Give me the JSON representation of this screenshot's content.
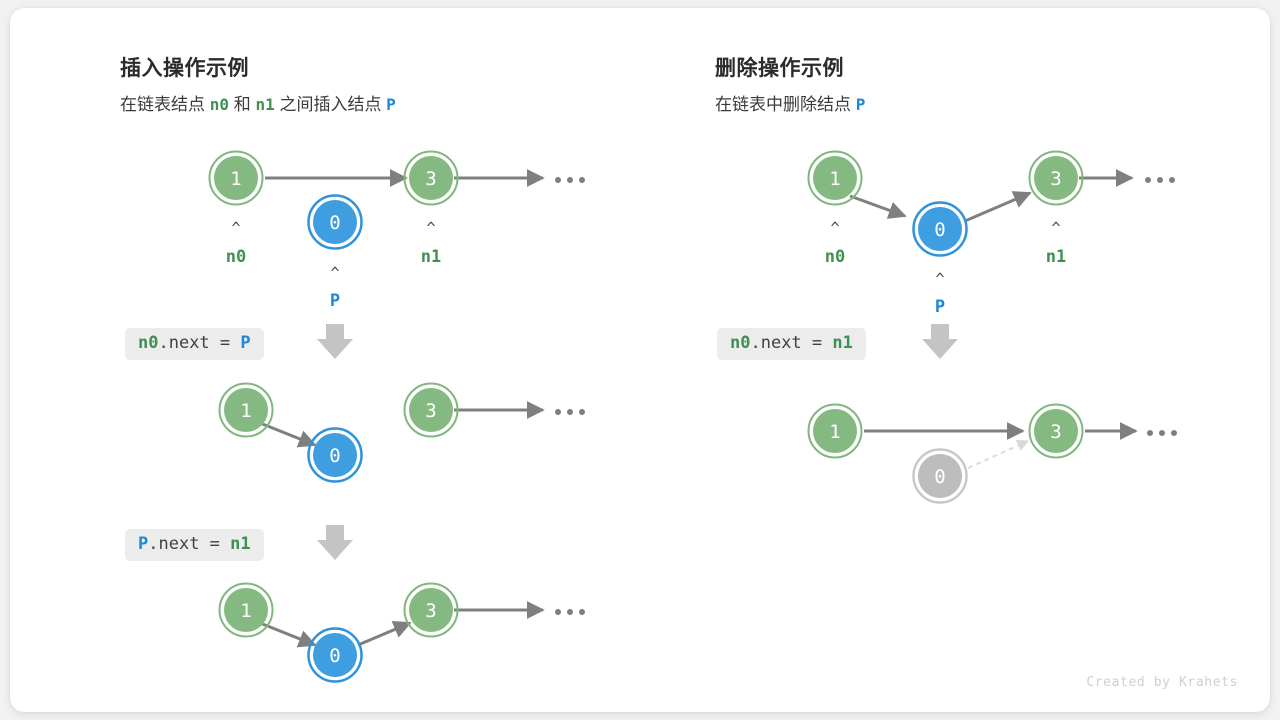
{
  "colors": {
    "green_fill": "#84b981",
    "green_ring": "#7fb77c",
    "blue_fill": "#3f9ee0",
    "blue_ring": "#2f93db",
    "gray_fill": "#bdbdbd",
    "gray_ring": "#c4c4c4",
    "arrow": "#7f7f7f",
    "label_green": "#3f9153",
    "label_blue": "#1c87d4",
    "chip_bg": "#ececec",
    "card_bg": "#ffffff",
    "page_bg": "#f2f2f2"
  },
  "left_panel": {
    "title": "插入操作示例",
    "subtitle_parts": [
      {
        "text": "在链表结点 ",
        "style": "plain"
      },
      {
        "text": "n0",
        "style": "green"
      },
      {
        "text": " 和 ",
        "style": "plain"
      },
      {
        "text": "n1",
        "style": "green"
      },
      {
        "text": " 之间插入结点 ",
        "style": "plain"
      },
      {
        "text": "P",
        "style": "blue"
      }
    ],
    "step1_code": {
      "a": "n0",
      "a_color": "green",
      "mid": ".next = ",
      "b": "P",
      "b_color": "blue"
    },
    "step2_code": {
      "a": "P",
      "a_color": "blue",
      "mid": ".next = ",
      "b": "n1",
      "b_color": "green"
    },
    "row1": {
      "nodes": [
        {
          "value": "1",
          "type": "green",
          "label": "n0",
          "label_color": "green"
        },
        {
          "value": "0",
          "type": "blue",
          "label": "P",
          "label_color": "blue"
        },
        {
          "value": "3",
          "type": "green",
          "label": "n1",
          "label_color": "green"
        }
      ],
      "ellipsis": "..."
    },
    "row2": {
      "nodes": [
        {
          "value": "1",
          "type": "green"
        },
        {
          "value": "0",
          "type": "blue"
        },
        {
          "value": "3",
          "type": "green"
        }
      ],
      "ellipsis": "..."
    },
    "row3": {
      "nodes": [
        {
          "value": "1",
          "type": "green"
        },
        {
          "value": "0",
          "type": "blue"
        },
        {
          "value": "3",
          "type": "green"
        }
      ],
      "ellipsis": "..."
    }
  },
  "right_panel": {
    "title": "删除操作示例",
    "subtitle_parts": [
      {
        "text": "在链表中删除结点 ",
        "style": "plain"
      },
      {
        "text": "P",
        "style": "blue"
      }
    ],
    "step1_code": {
      "a": "n0",
      "a_color": "green",
      "mid": ".next = ",
      "b": "n1",
      "b_color": "green"
    },
    "row1": {
      "nodes": [
        {
          "value": "1",
          "type": "green",
          "label": "n0",
          "label_color": "green"
        },
        {
          "value": "0",
          "type": "blue",
          "label": "P",
          "label_color": "blue"
        },
        {
          "value": "3",
          "type": "green",
          "label": "n1",
          "label_color": "green"
        }
      ],
      "ellipsis": "..."
    },
    "row2": {
      "nodes": [
        {
          "value": "1",
          "type": "green"
        },
        {
          "value": "0",
          "type": "gray"
        },
        {
          "value": "3",
          "type": "green"
        }
      ],
      "ellipsis": "..."
    }
  },
  "credit": "Created by Krahets"
}
